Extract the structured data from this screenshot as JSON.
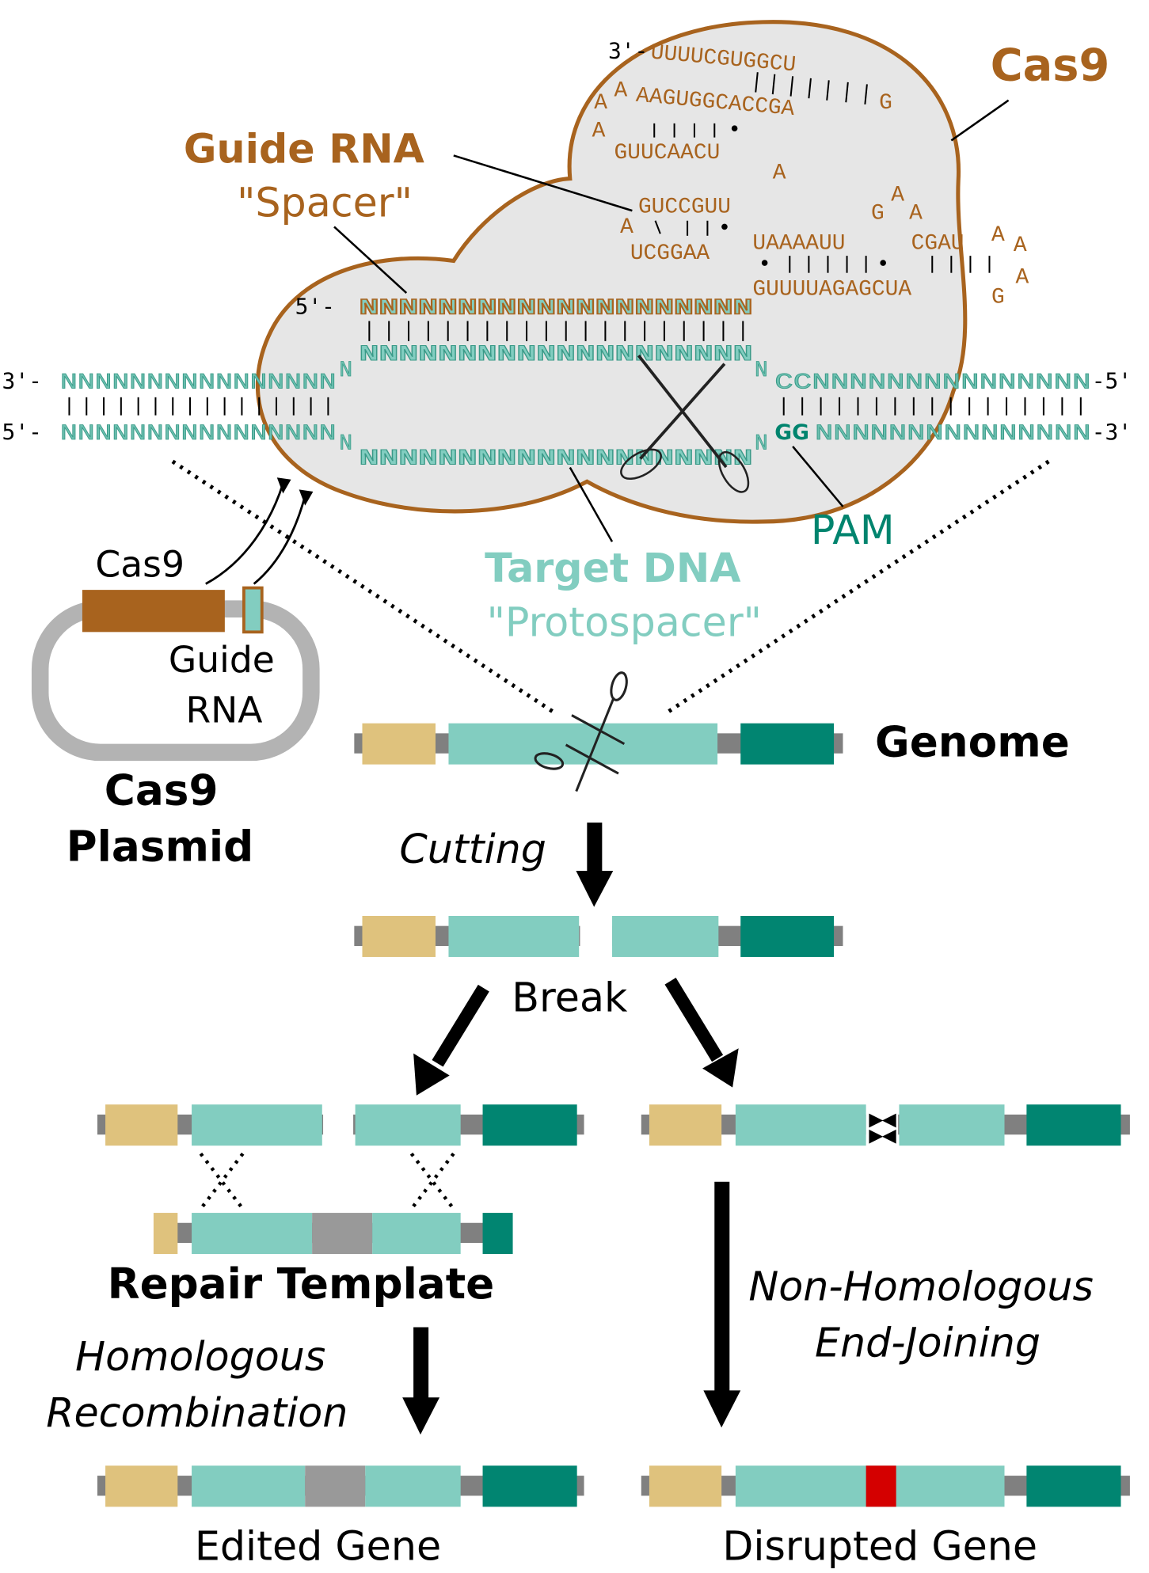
{
  "colors": {
    "cas9_brown": "#a8631e",
    "cas9_fill": "#e6e6e6",
    "target_teal": "#82cdc0",
    "pam_teal": "#00846e",
    "exon_tan": "#dfc27d",
    "exon_dark_teal": "#018571",
    "backbone_gray": "#808080",
    "insert_gray": "#999999",
    "indel_red": "#d40000",
    "plasmid_gray": "#b3b3b3"
  },
  "labels": {
    "cas9": "Cas9",
    "guide_rna": "Guide RNA",
    "spacer": "\"Spacer\"",
    "target_dna": "Target DNA",
    "protospacer": "\"Protospacer\"",
    "pam": "PAM",
    "plasmid_cas9": "Cas9",
    "plasmid_guide_line1": "Guide",
    "plasmid_guide_line2": "RNA",
    "plasmid_title_line1": "Cas9",
    "plasmid_title_line2": "Plasmid",
    "genome": "Genome",
    "cutting": "Cutting",
    "break": "Break",
    "repair_template": "Repair Template",
    "hr_line1": "Homologous",
    "hr_line2": "Recombination",
    "nhej_line1": "Non-Homologous",
    "nhej_line2": "End-Joining",
    "edited_gene": "Edited Gene",
    "disrupted_gene": "Disrupted Gene"
  },
  "sequences": {
    "rna_3prime_label": "3'-",
    "rna_top": "UUUUCGUGGCU",
    "rna_g_right": "G",
    "rna_hairpin1_loop": [
      "A",
      "A",
      "A"
    ],
    "rna_row2": "AAGUGGCACCGA",
    "rna_row3": "GUUCAACU",
    "rna_a1": "A",
    "rna_row4": "GUCCGUU",
    "rna_a2": "A",
    "rna_row5": "UCGGAA",
    "rna_row5b": "UAAAAUU",
    "rna_cgau": "CGAU",
    "rna_loop2": [
      "G",
      "A",
      "A"
    ],
    "rna_loop3": [
      "A",
      "A",
      "A"
    ],
    "rna_row6": "GUUUUAGAGCUA",
    "rna_row6_end": "G",
    "spacer_5prime": "5'-",
    "spacer_seq": "NNNNNNNNNNNNNNNNNNNN",
    "target_strand_seq": "NNNNNNNNNNNNNNNNNNNN",
    "nontarget_strand_seq": "NNNNNNNNNNNNNNNNNNNN",
    "left_top_prefix": "3'-",
    "left_top_seq": "NNNNNNNNNNNNNNNN",
    "left_bottom_prefix": "5'-",
    "left_bottom_seq": "NNNNNNNNNNNNNNNN",
    "right_top_seq": "CCNNNNNNNNNNNNNNN",
    "right_top_suffix": "-5'",
    "pam_seq": "GG",
    "right_bottom_seq": "NNNNNNNNNNNNNNN",
    "right_bottom_suffix": "-3'",
    "junction_n": "N"
  }
}
